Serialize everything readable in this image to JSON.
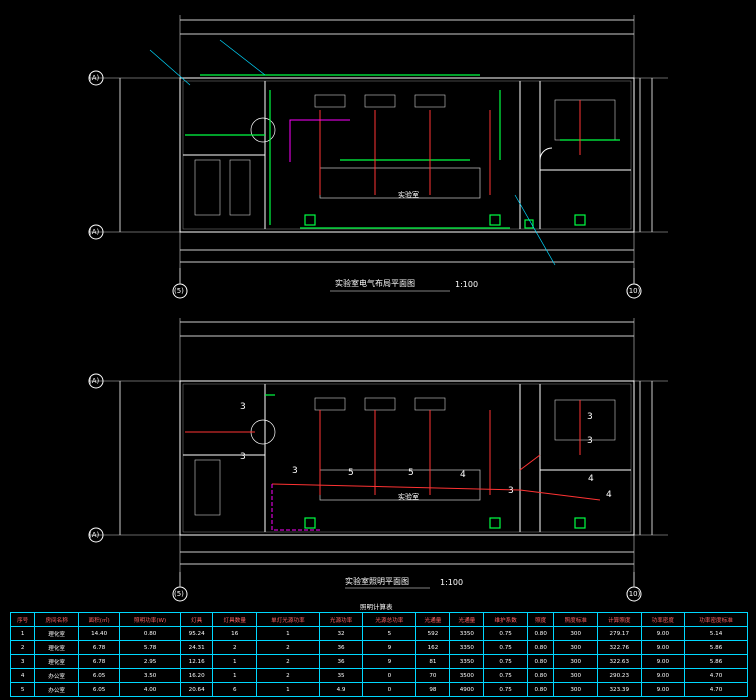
{
  "plans": [
    {
      "title": "实验室电气布局平面图",
      "scale": "1:100",
      "room_label": "实验室",
      "axis_top": "(A)",
      "axis_bottom": "(A)",
      "axis_left_bottom": "(5)",
      "axis_right_bottom": "(10)"
    },
    {
      "title": "实验室照明平面图",
      "scale": "1:100",
      "room_label": "实验室",
      "axis_top": "(A)",
      "axis_bottom": "(A)",
      "axis_left_bottom": "(5)",
      "axis_right_bottom": "(10)",
      "circuit_numbers": [
        "3",
        "3",
        "3",
        "3",
        "3",
        "5",
        "5",
        "4",
        "4",
        "4",
        "3"
      ]
    }
  ],
  "schedule": {
    "title": "照明计算表",
    "headers": [
      "序号",
      "房间名称",
      "面积(㎡)",
      "照明功率(W)",
      "灯具",
      "灯具数量",
      "单灯光源功率",
      "光源功率",
      "光源总功率",
      "光通量",
      "光通量",
      "维护系数",
      "照度",
      "照度标准",
      "计算照度",
      "功率密度",
      "功率密度标准"
    ],
    "rows": [
      [
        "1",
        "理化室",
        "14.40",
        "0.80",
        "95.24",
        "16",
        "1",
        "32",
        "5",
        "592",
        "3350",
        "0.75",
        "0.80",
        "300",
        "279.17",
        "9.00",
        "5.14"
      ],
      [
        "2",
        "理化室",
        "6.78",
        "5.78",
        "24.31",
        "2",
        "2",
        "36",
        "9",
        "162",
        "3350",
        "0.75",
        "0.80",
        "300",
        "322.76",
        "9.00",
        "5.86"
      ],
      [
        "3",
        "理化室",
        "6.78",
        "2.95",
        "12.16",
        "1",
        "2",
        "36",
        "9",
        "81",
        "3350",
        "0.75",
        "0.80",
        "300",
        "322.63",
        "9.00",
        "5.86"
      ],
      [
        "4",
        "办公室",
        "6.05",
        "3.50",
        "16.20",
        "1",
        "2",
        "35",
        "0",
        "70",
        "3500",
        "0.75",
        "0.80",
        "300",
        "290.23",
        "9.00",
        "4.70"
      ],
      [
        "5",
        "办公室",
        "6.05",
        "4.00",
        "20.64",
        "6",
        "1",
        "4.9",
        "0",
        "98",
        "4900",
        "0.75",
        "0.80",
        "300",
        "323.39",
        "9.00",
        "4.70"
      ]
    ]
  }
}
